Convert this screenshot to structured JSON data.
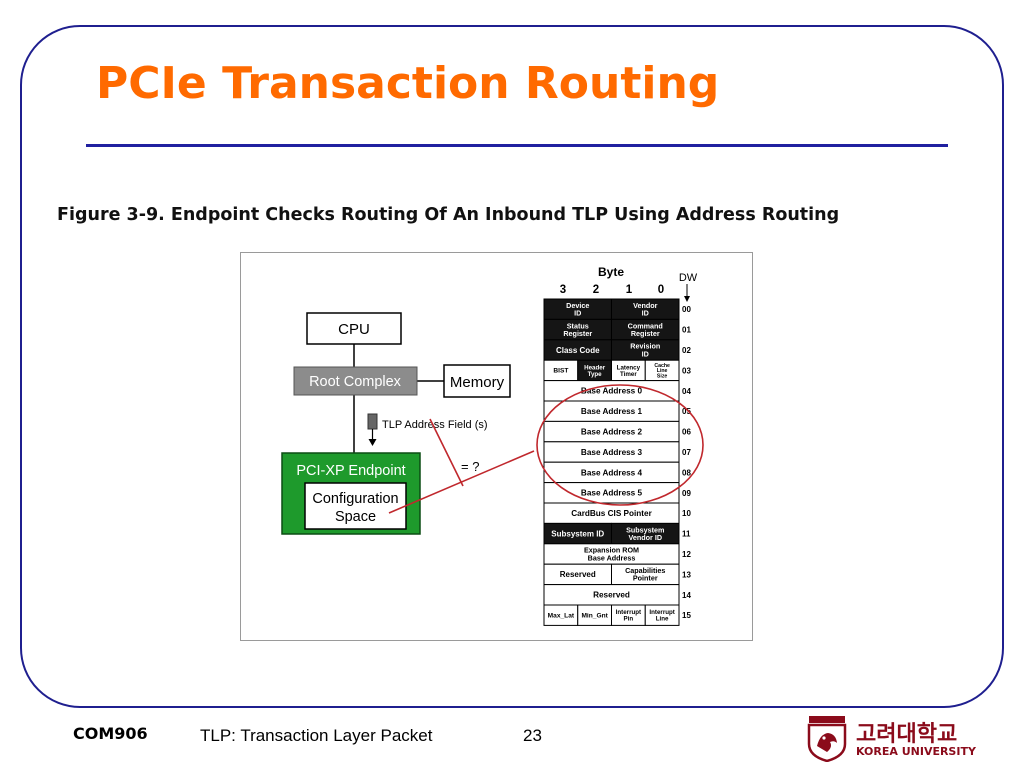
{
  "slide": {
    "title": "PCIe Transaction Routing",
    "figure_caption": "Figure 3-9. Endpoint Checks Routing Of An Inbound TLP Using Address Routing"
  },
  "diagram": {
    "cpu": "CPU",
    "root_complex": "Root Complex",
    "memory": "Memory",
    "tlp_address_field": "TLP Address Field (s)",
    "endpoint": "PCI-XP Endpoint",
    "config_space_line1": "Configuration",
    "config_space_line2": "Space",
    "equals_question": "= ?",
    "byte_header": "Byte",
    "byte_numbers": [
      "3",
      "2",
      "1",
      "0"
    ],
    "dw_header": "DW",
    "dw_numbers": [
      "00",
      "01",
      "02",
      "03",
      "04",
      "05",
      "06",
      "07",
      "08",
      "09",
      "10",
      "11",
      "12",
      "13",
      "14",
      "15"
    ],
    "rows": [
      {
        "cells": [
          {
            "lines": [
              "Device",
              "ID"
            ],
            "dark": true
          },
          {
            "lines": [
              "Vendor",
              "ID"
            ],
            "dark": true
          }
        ]
      },
      {
        "cells": [
          {
            "lines": [
              "Status",
              "Register"
            ],
            "dark": true
          },
          {
            "lines": [
              "Command",
              "Register"
            ],
            "dark": true
          }
        ]
      },
      {
        "cells": [
          {
            "lines": [
              "Class Code"
            ],
            "dark": true
          },
          {
            "lines": [
              "Revision",
              "ID"
            ],
            "dark": true
          }
        ]
      },
      {
        "cells": [
          {
            "lines": [
              "BIST"
            ],
            "dark": false
          },
          {
            "lines": [
              "Header",
              "Type"
            ],
            "dark": true
          },
          {
            "lines": [
              "Latency",
              "Timer"
            ],
            "dark": false
          },
          {
            "lines": [
              "Cache",
              "Line",
              "Size"
            ],
            "dark": false
          }
        ]
      },
      {
        "cells": [
          {
            "lines": [
              "Base Address 0"
            ],
            "dark": false
          }
        ]
      },
      {
        "cells": [
          {
            "lines": [
              "Base Address 1"
            ],
            "dark": false
          }
        ]
      },
      {
        "cells": [
          {
            "lines": [
              "Base Address 2"
            ],
            "dark": false
          }
        ]
      },
      {
        "cells": [
          {
            "lines": [
              "Base Address 3"
            ],
            "dark": false
          }
        ]
      },
      {
        "cells": [
          {
            "lines": [
              "Base Address 4"
            ],
            "dark": false
          }
        ]
      },
      {
        "cells": [
          {
            "lines": [
              "Base Address 5"
            ],
            "dark": false
          }
        ]
      },
      {
        "cells": [
          {
            "lines": [
              "CardBus CIS Pointer"
            ],
            "dark": false
          }
        ]
      },
      {
        "cells": [
          {
            "lines": [
              "Subsystem ID"
            ],
            "dark": true
          },
          {
            "lines": [
              "Subsystem",
              "Vendor ID"
            ],
            "dark": true
          }
        ]
      },
      {
        "cells": [
          {
            "lines": [
              "Expansion ROM",
              "Base Address"
            ],
            "dark": false
          }
        ]
      },
      {
        "cells": [
          {
            "lines": [
              "Reserved"
            ],
            "dark": false
          },
          {
            "lines": [
              "Capabilities",
              "Pointer"
            ],
            "dark": false
          }
        ]
      },
      {
        "cells": [
          {
            "lines": [
              "Reserved"
            ],
            "dark": false
          }
        ]
      },
      {
        "cells": [
          {
            "lines": [
              "Max_Lat"
            ],
            "dark": false
          },
          {
            "lines": [
              "Min_Gnt"
            ],
            "dark": false
          },
          {
            "lines": [
              "Interrupt",
              "Pin"
            ],
            "dark": false
          },
          {
            "lines": [
              "Interrupt",
              "Line"
            ],
            "dark": false
          }
        ]
      }
    ],
    "colors": {
      "endpoint_green": "#1e9a2c",
      "root_complex_gray": "#8c8c8c",
      "highlight_red": "#c0282d",
      "dark_cell": "#151515"
    }
  },
  "footer": {
    "course": "COM906",
    "text": "TLP: Transaction Layer Packet",
    "page": "23"
  },
  "logo": {
    "korean": "고려대학교",
    "english": "KOREA UNIVERSITY",
    "emblem_icon": "tiger-emblem-icon"
  }
}
